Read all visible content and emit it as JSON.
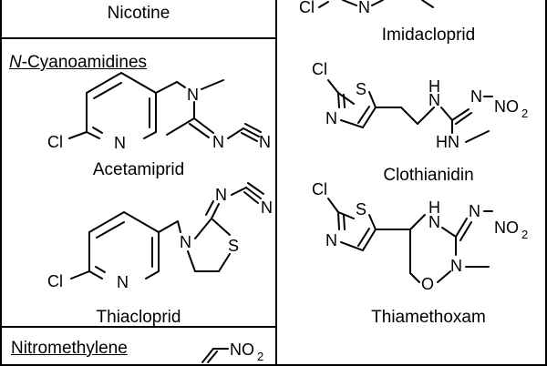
{
  "headings": {
    "cyano": "N-Cyanoamidines",
    "nitromethylene": "Nitromethylene"
  },
  "compounds": {
    "nicotine": "Nicotine",
    "imidacloprid": "Imidacloprid",
    "acetamiprid": "Acetamiprid",
    "thiacloprid": "Thiacloprid",
    "clothianidin": "Clothianidin",
    "thiamethoxam": "Thiamethoxam"
  },
  "atoms": {
    "cl": "Cl",
    "n": "N",
    "s": "S",
    "o": "O",
    "h": "H",
    "nh": "NH",
    "hn": "HN",
    "no2_main": "NO",
    "no2_sub": "2",
    "n_no2_main": "N–NO",
    "dash": "–"
  }
}
